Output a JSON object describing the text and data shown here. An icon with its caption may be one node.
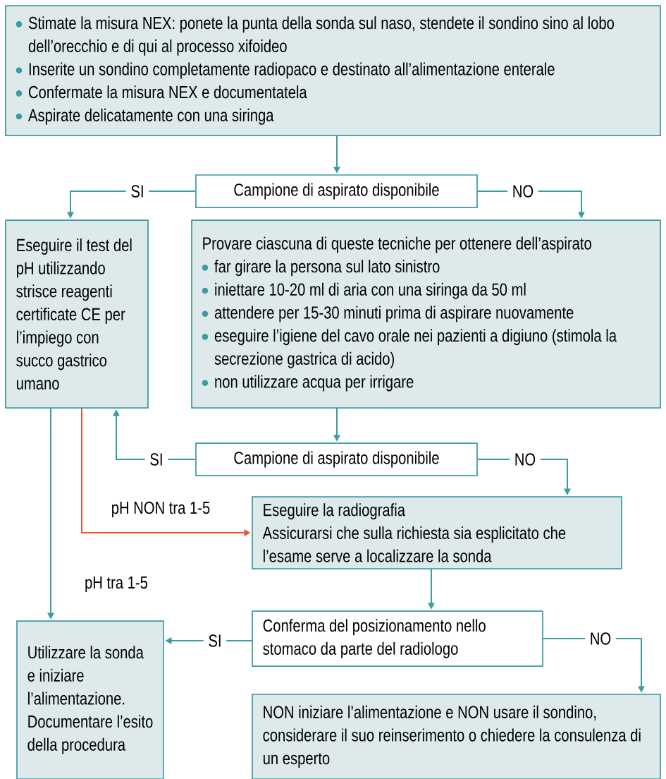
{
  "diagram": {
    "nodes": [
      {
        "text": [
          "Stimate la misura NEX: ponete la punta della sonda sul naso, stendete il sondino sino al lobo dell’orecchio e di qui al processo xifoideo",
          "Inserite un sondino completamente radiopaco e destinato all’alimentazione enterale",
          "Confermate la misura NEX e documentatela",
          "Aspirate delicatamente con una siringa"
        ]
      },
      {
        "text": [
          "Campione di aspirato disponibile"
        ]
      },
      {
        "text": [
          "Eseguire il test del pH utilizzando strisce reagenti certificate CE per l’impiego con succo gastrico umano"
        ]
      },
      {
        "text": [
          "Provare ciascuna di queste tecniche per ottenere dell’aspirato",
          "far girare la persona sul lato sinistro",
          "iniettare 10-20 ml di aria con una siringa da 50 ml",
          "attendere per 15-30 minuti prima di aspirare nuovamente",
          "eseguire l’igiene del cavo orale nei pazienti a digiuno (stimola la secrezione gastrica di acido)",
          "non utilizzare acqua per irrigare"
        ]
      },
      {
        "text": [
          "Campione di aspirato disponibile"
        ]
      },
      {
        "text": [
          "Eseguire la radiografia",
          "Assicurarsi che sulla richiesta sia esplicitato che l’esame serve a localizzare la sonda"
        ]
      },
      {
        "text": [
          "Conferma del posizionamento nello stomaco da parte del radiologo"
        ]
      },
      {
        "text": [
          "Utilizzare la sonda e iniziare l’alimentazione. Documentare l’esito della procedura"
        ]
      },
      {
        "text": [
          "NON iniziare l’alimentazione e NON usare il sondino, considerare il suo reinserimento o chiedere la consulenza di un esperto"
        ]
      }
    ],
    "edges": [
      {
        "from": 0,
        "to": 1,
        "arrow": "to"
      },
      {
        "from": 1,
        "to": 2,
        "label": "SI",
        "arrow": "to"
      },
      {
        "from": 1,
        "to": 3,
        "label": "NO",
        "arrow": "to"
      },
      {
        "from": 3,
        "to": 4,
        "arrow": "to"
      },
      {
        "from": 4,
        "to": 2,
        "label": "SI",
        "arrow": "to"
      },
      {
        "from": 4,
        "to": 5,
        "label": "NO",
        "arrow": "to"
      },
      {
        "from": 2,
        "to": 5,
        "label": "pH NON tra 1-5",
        "arrow": "to",
        "color": "#e8553a"
      },
      {
        "from": 2,
        "to": 7,
        "label": "pH tra 1-5",
        "arrow": "to"
      },
      {
        "from": 5,
        "to": 6,
        "arrow": "to"
      },
      {
        "from": 6,
        "to": 7,
        "label": "SI",
        "arrow": "to"
      },
      {
        "from": 6,
        "to": 8,
        "label": "NO",
        "arrow": "to"
      }
    ]
  }
}
